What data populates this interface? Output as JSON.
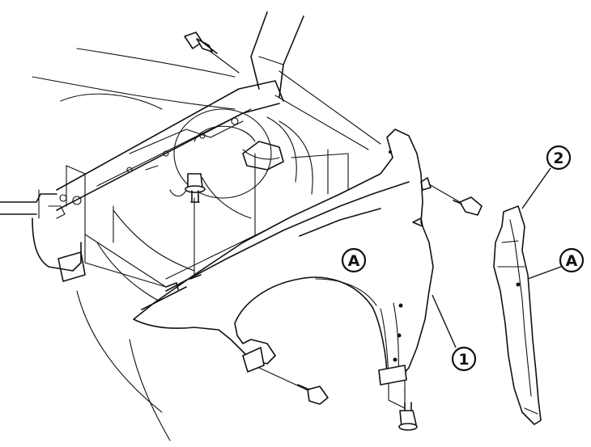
{
  "callouts": {
    "part_1": "1",
    "part_2": "2",
    "detail_a_fender": "A",
    "detail_a_bracket": "A"
  }
}
